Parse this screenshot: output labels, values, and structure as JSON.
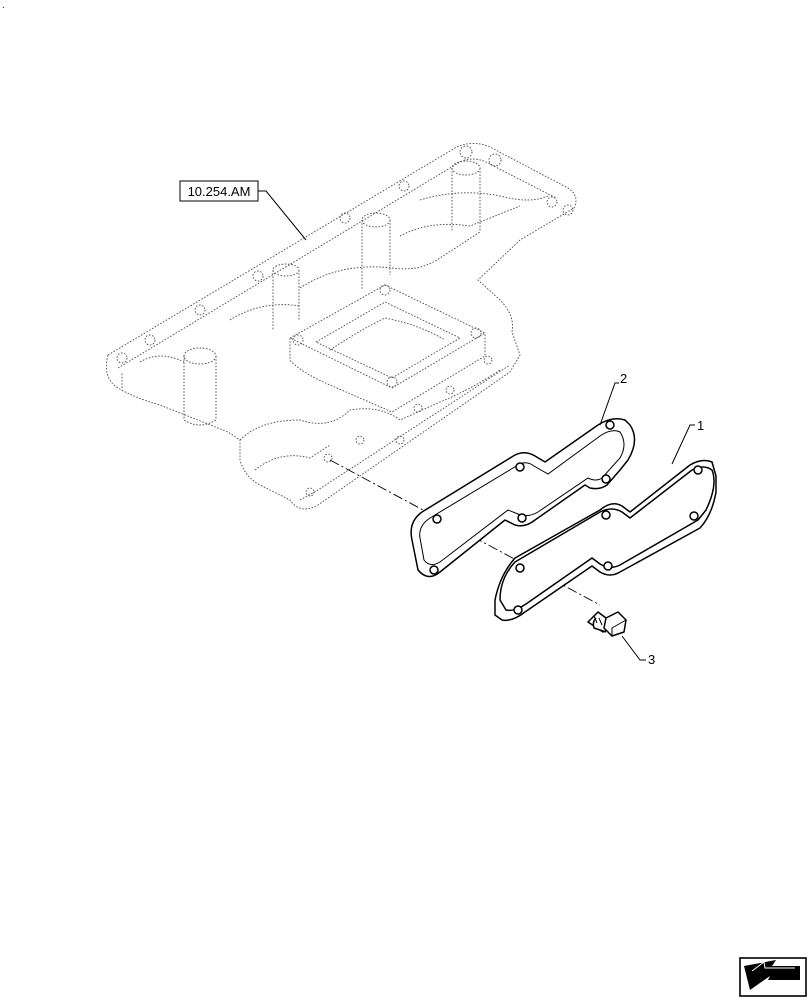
{
  "reference_box": {
    "label": "10.254.AM"
  },
  "callouts": [
    {
      "id": "1",
      "label": "1"
    },
    {
      "id": "2",
      "label": "2"
    },
    {
      "id": "3",
      "label": "3"
    }
  ],
  "corner_mark": ".",
  "nav_icon": {
    "name": "next-page-arrow-icon",
    "color": "#000000"
  }
}
